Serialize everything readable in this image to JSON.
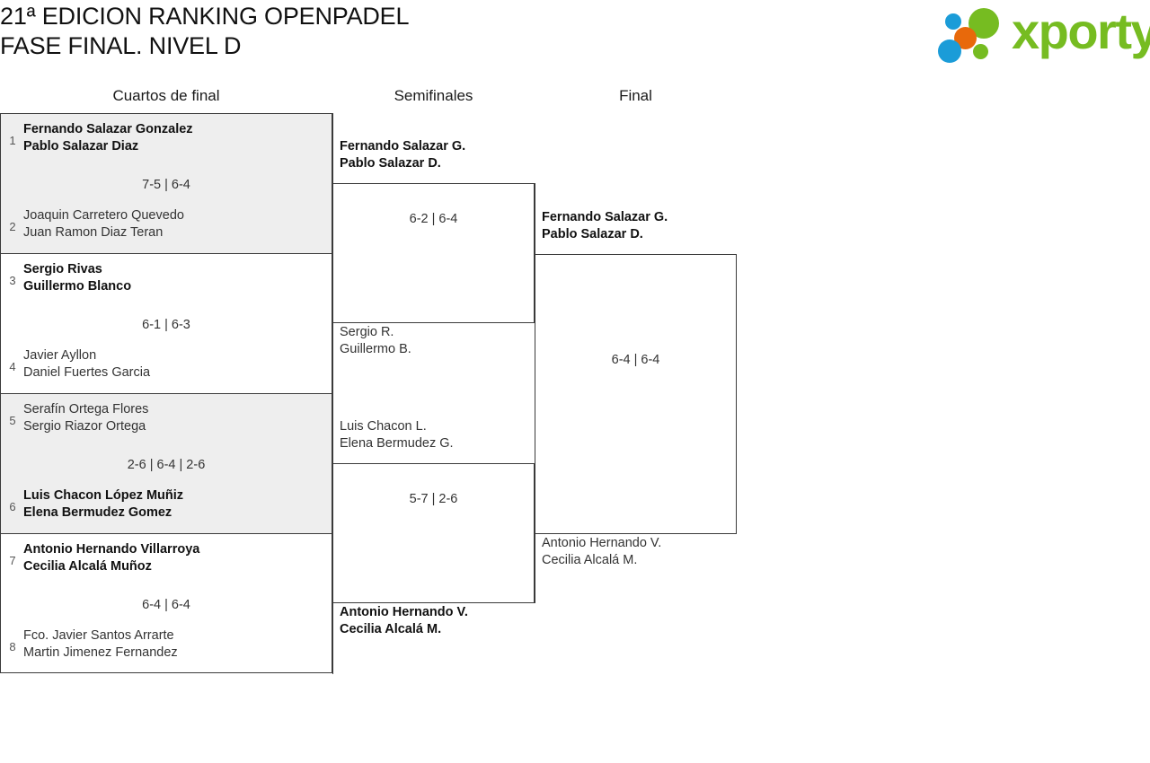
{
  "header": {
    "title": "21ª EDICION RANKING OPENPADEL\nFASE FINAL. NIVEL D",
    "logo_text": "xporty",
    "brand_green": "#76bc21",
    "brand_blue": "#1b9cd8",
    "brand_orange": "#e8690b"
  },
  "rounds": [
    {
      "key": "qf",
      "label": "Cuartos de final"
    },
    {
      "key": "sf",
      "label": "Semifinales"
    },
    {
      "key": "f",
      "label": "Final"
    }
  ],
  "quarterfinals": [
    {
      "shaded": true,
      "score": "7-5 | 6-4",
      "top": {
        "seed": "1",
        "names": "Fernando Salazar Gonzalez\nPablo Salazar Diaz",
        "winner": true
      },
      "bottom": {
        "seed": "2",
        "names": "Joaquin Carretero Quevedo\nJuan Ramon Diaz Teran",
        "winner": false
      }
    },
    {
      "shaded": false,
      "score": "6-1 | 6-3",
      "top": {
        "seed": "3",
        "names": "Sergio Rivas\nGuillermo Blanco",
        "winner": true
      },
      "bottom": {
        "seed": "4",
        "names": "Javier Ayllon\nDaniel Fuertes Garcia",
        "winner": false
      }
    },
    {
      "shaded": true,
      "score": "2-6 | 6-4 | 2-6",
      "top": {
        "seed": "5",
        "names": "Serafín Ortega Flores\nSergio Riazor Ortega",
        "winner": false
      },
      "bottom": {
        "seed": "6",
        "names": "Luis Chacon López Muñiz\nElena Bermudez Gomez",
        "winner": true
      }
    },
    {
      "shaded": false,
      "score": "6-4 | 6-4",
      "top": {
        "seed": "7",
        "names": "Antonio Hernando Villarroya\nCecilia Alcalá Muñoz",
        "winner": true
      },
      "bottom": {
        "seed": "8",
        "names": "Fco. Javier Santos Arrarte\nMartin Jimenez Fernandez",
        "winner": false
      }
    }
  ],
  "semifinals": [
    {
      "score": "6-2 | 6-4",
      "top": {
        "names": "Fernando Salazar G.\nPablo Salazar D.",
        "winner": true
      },
      "bottom": {
        "names": "Sergio R.\nGuillermo B.",
        "winner": false
      }
    },
    {
      "score": "5-7 | 2-6",
      "top": {
        "names": "Luis Chacon L.\nElena Bermudez G.",
        "winner": false
      },
      "bottom": {
        "names": "Antonio Hernando V.\nCecilia Alcalá M.",
        "winner": true
      }
    }
  ],
  "final": {
    "score": "6-4 | 6-4",
    "top": {
      "names": "Fernando Salazar G.\nPablo Salazar D.",
      "winner": true
    },
    "bottom": {
      "names": "Antonio Hernando V.\nCecilia Alcalá M.",
      "winner": false
    }
  }
}
